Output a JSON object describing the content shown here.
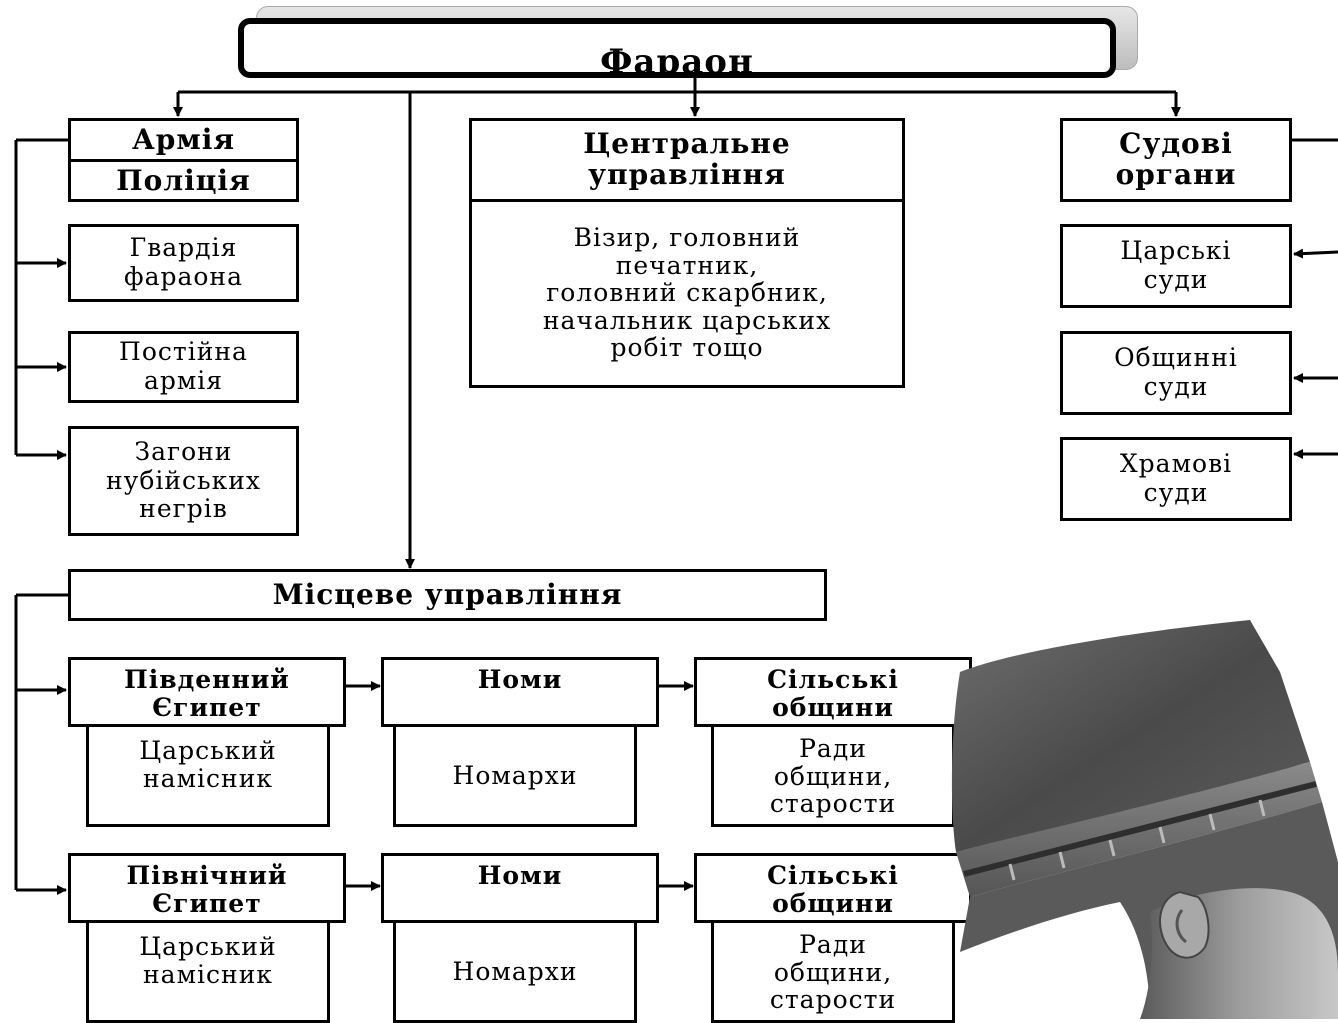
{
  "title": "Фараон",
  "army": {
    "header_top": "Армія",
    "header_bottom": "Поліція",
    "items": [
      {
        "lines": [
          "Гвардія",
          "фараона"
        ]
      },
      {
        "lines": [
          "Постійна",
          "армія"
        ]
      },
      {
        "lines": [
          "Загони",
          "нубійських",
          "негрів"
        ]
      }
    ]
  },
  "central": {
    "header_lines": [
      "Центральне",
      "управління"
    ],
    "body_lines": [
      "Візир, головний",
      "печатник,",
      "головний скарбник,",
      "начальник царських",
      "робіт тощо"
    ]
  },
  "courts": {
    "header_lines": [
      "Судові",
      "органи"
    ],
    "items": [
      {
        "lines": [
          "Царські",
          "суди"
        ]
      },
      {
        "lines": [
          "Общинні",
          "суди"
        ]
      },
      {
        "lines": [
          "Храмові",
          "суди"
        ]
      }
    ]
  },
  "local": {
    "header": "Місцеве управління",
    "rows": [
      {
        "region": [
          "Південний",
          "Єгипет"
        ],
        "region_body": [
          "Царський",
          "намісник"
        ],
        "nomes": "Номи",
        "nomes_body": "Номархи",
        "village": [
          "Сільські",
          "общини"
        ],
        "village_body": [
          "Ради",
          "общини,",
          "старости"
        ]
      },
      {
        "region": [
          "Північний",
          "Єгипет"
        ],
        "region_body": [
          "Царський",
          "намісник"
        ],
        "nomes": "Номи",
        "nomes_body": "Номархи",
        "village": [
          "Сільські",
          "общини"
        ],
        "village_body": [
          "Ради",
          "общини,",
          "старости"
        ]
      }
    ]
  },
  "colors": {
    "line": "#000000",
    "bust_dark": "#4a4a4a",
    "bust_light": "#9a9a9a"
  }
}
